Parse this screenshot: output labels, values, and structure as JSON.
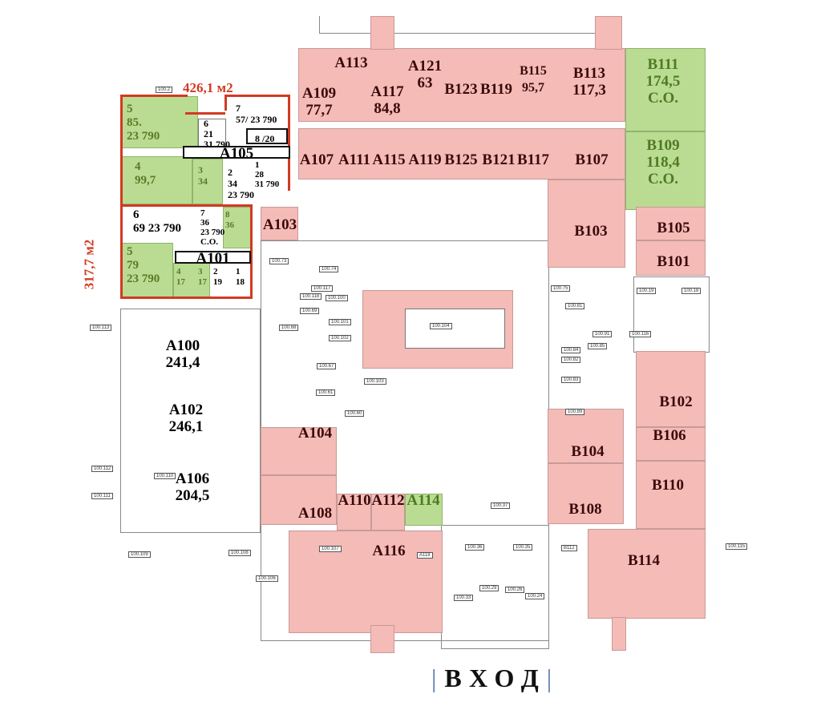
{
  "colors": {
    "leased": "#f4bbb7",
    "available": "#b9dc92",
    "outline": "#d23a22"
  },
  "totals": {
    "upper_block": "426,1 м2",
    "lower_block": "317,7 м2"
  },
  "entrance": "ВХОД",
  "rooms": {
    "A109": [
      "A109",
      "77,7"
    ],
    "A113": [
      "A113"
    ],
    "A117": [
      "A117",
      "84,8"
    ],
    "A121": [
      "A121",
      "63"
    ],
    "B123": [
      "B123"
    ],
    "B119": [
      "B119"
    ],
    "B115": [
      "B115",
      "95,7"
    ],
    "B113": [
      "B113",
      "117,3"
    ],
    "B111": [
      "B111",
      "174,5",
      "C.O."
    ],
    "B109": [
      "B109",
      "118,4",
      "C.O."
    ],
    "A107": [
      "A107"
    ],
    "A111": [
      "A111"
    ],
    "A115": [
      "A115"
    ],
    "A119": [
      "A119"
    ],
    "B125": [
      "B125"
    ],
    "B121": [
      "B121"
    ],
    "B117": [
      "B117"
    ],
    "B107": [
      "B107"
    ],
    "A103": [
      "A103"
    ],
    "B103": [
      "B103"
    ],
    "B105": [
      "B105"
    ],
    "B101": [
      "B101"
    ],
    "A100": [
      "A100",
      "241,4"
    ],
    "A102": [
      "A102",
      "246,1"
    ],
    "A106": [
      "A106",
      "204,5"
    ],
    "A104": [
      "A104"
    ],
    "A108": [
      "A108"
    ],
    "A110": [
      "A110"
    ],
    "A112": [
      "A112"
    ],
    "A114": [
      "A114"
    ],
    "A116": [
      "A116"
    ],
    "B102": [
      "B102"
    ],
    "B106": [
      "B106"
    ],
    "B104": [
      "B104"
    ],
    "B108": [
      "B108"
    ],
    "B110": [
      "B110"
    ],
    "B114": [
      "B114"
    ]
  },
  "a105": {
    "title": "A105",
    "u5": [
      "5",
      "85.",
      "23 790"
    ],
    "u6": [
      "6",
      "21",
      "31 790"
    ],
    "u7": [
      "7",
      "57/ 23 790"
    ],
    "u8": [
      "8 /20"
    ],
    "u4": [
      "4",
      "99,7"
    ],
    "u3": [
      "3",
      "34"
    ],
    "u2": [
      "2",
      "34",
      "23 790"
    ],
    "u1": [
      "1",
      "28",
      "31 790"
    ]
  },
  "a101": {
    "title": "A101",
    "u6": [
      "6",
      "69 23 790"
    ],
    "u7": [
      "7",
      "36",
      "23 790",
      "C.O."
    ],
    "u8": [
      "8",
      "36"
    ],
    "u5": [
      "5",
      "79",
      "23 790"
    ],
    "u4": [
      "4",
      "17"
    ],
    "u3": [
      "3",
      "17"
    ],
    "u2": [
      "2",
      "19"
    ],
    "u1": [
      "1",
      "18"
    ]
  },
  "tags": [
    "100.2",
    "100.73",
    "100.74",
    "100.117",
    "100.118",
    "100.100",
    "100.69",
    "100.68",
    "100.101",
    "100.102",
    "100.104",
    "100.103",
    "100.67",
    "100.61",
    "100.60",
    "100.113",
    "100.112",
    "100.110",
    "100.111",
    "100.109",
    "100.108",
    "100.107",
    "100.106",
    "100.75",
    "100.81",
    "100.19",
    "100.18",
    "100.91",
    "100.116",
    "100.85",
    "100.84",
    "100.82",
    "100.83",
    "100.89",
    "100.37",
    "100.36",
    "100.35",
    "100.33",
    "100.29",
    "100.26",
    "100.24",
    "100.115",
    "B112",
    "A118"
  ]
}
